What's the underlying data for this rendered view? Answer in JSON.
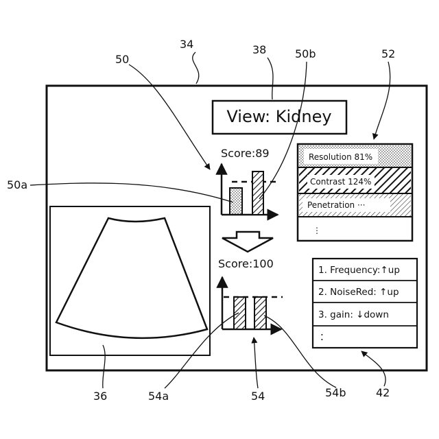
{
  "labels": {
    "screen": "34",
    "view_box": "38",
    "chart_before": "50",
    "chart_before_bar_b": "50b",
    "chart_before_bar_a": "50a",
    "metrics_panel": "52",
    "ultrasound_image": "36",
    "chart_after_bar_a": "54a",
    "chart_after": "54",
    "chart_after_bar_b": "54b",
    "settings_panel": "42"
  },
  "view": {
    "text": "View: Kidney"
  },
  "score_before": {
    "text": "Score:89",
    "value": 89
  },
  "score_after": {
    "text": "Score:100",
    "value": 100
  },
  "metrics": [
    {
      "label": "Resolution 81%",
      "pattern": "dots"
    },
    {
      "label": "Contrast  124%",
      "pattern": "hatch"
    },
    {
      "label": "Penetration  ···",
      "pattern": "hatch-fine"
    },
    {
      "label": "⋮",
      "pattern": "none"
    }
  ],
  "settings": [
    {
      "label": "1. Frequency:↑up"
    },
    {
      "label": "2. NoiseRed: ↑up"
    },
    {
      "label": "3. gain: ↓down"
    },
    {
      "label": "："
    }
  ]
}
